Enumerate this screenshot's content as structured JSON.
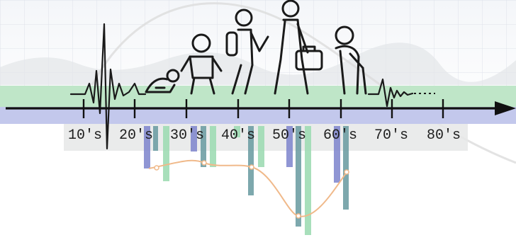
{
  "timeline": {
    "labels": [
      "10's",
      "20's",
      "30's",
      "40's",
      "50's",
      "60's",
      "70's",
      "80's"
    ],
    "axis_color": "#111111"
  },
  "colors": {
    "green_band": "#bfe6c8",
    "blue_band": "#c3c8ec",
    "blue_bar": "#7d84cc",
    "green_bar": "#9fdcb4",
    "teal_bar": "#6f9fa4",
    "curve": "#f0b98a",
    "figure_stroke": "#1a1a1a"
  },
  "figures": [
    "baby-crawling",
    "toddler",
    "student-with-backpack",
    "adult-with-briefcase",
    "elderly-with-cane"
  ]
}
